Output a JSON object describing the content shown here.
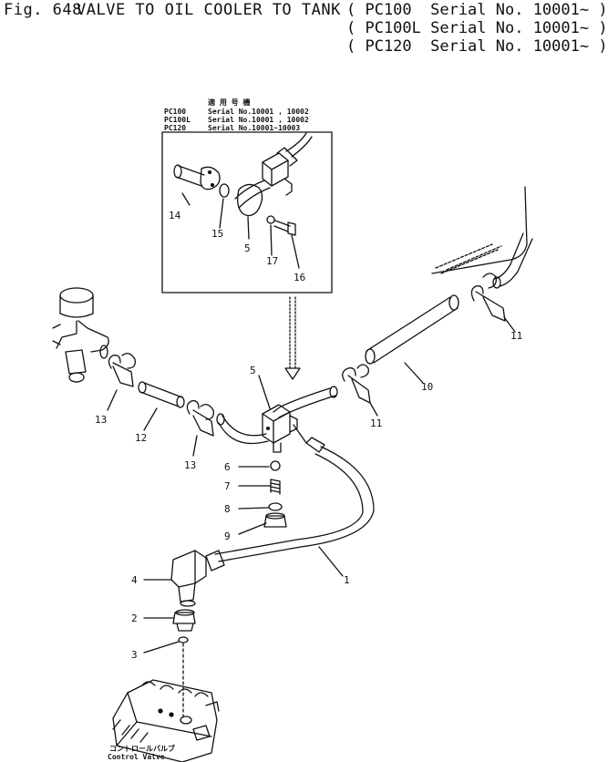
{
  "header": {
    "fig_label": "Fig. 648",
    "title": "VALVE TO OIL COOLER TO TANK",
    "serial_lines": [
      "( PC100  Serial No. 10001~ )",
      "( PC100L Serial No. 10001~ )",
      "( PC120  Serial No. 10001~ )"
    ]
  },
  "inset": {
    "caption": "適 用 号 機",
    "rows": [
      {
        "model": "PC100",
        "serial": "Serial No.10001 , 10002"
      },
      {
        "model": "PC100L",
        "serial": "Serial No.10001 , 10002"
      },
      {
        "model": "PC120",
        "serial": "Serial No.10001~10003"
      }
    ]
  },
  "callouts": {
    "c1": "1",
    "c2": "2",
    "c3": "3",
    "c4": "4",
    "c5": "5",
    "c5b": "5",
    "c6": "6",
    "c7": "7",
    "c8": "8",
    "c9": "9",
    "c10": "10",
    "c11a": "11",
    "c11b": "11",
    "c12": "12",
    "c13a": "13",
    "c13b": "13",
    "c14": "14",
    "c15": "15",
    "c16": "16",
    "c17": "17"
  },
  "control_valve": {
    "label_jp": "コントロールバルブ",
    "label_en": "Control Valve"
  },
  "colors": {
    "ink": "#111111",
    "paper": "#ffffff"
  }
}
